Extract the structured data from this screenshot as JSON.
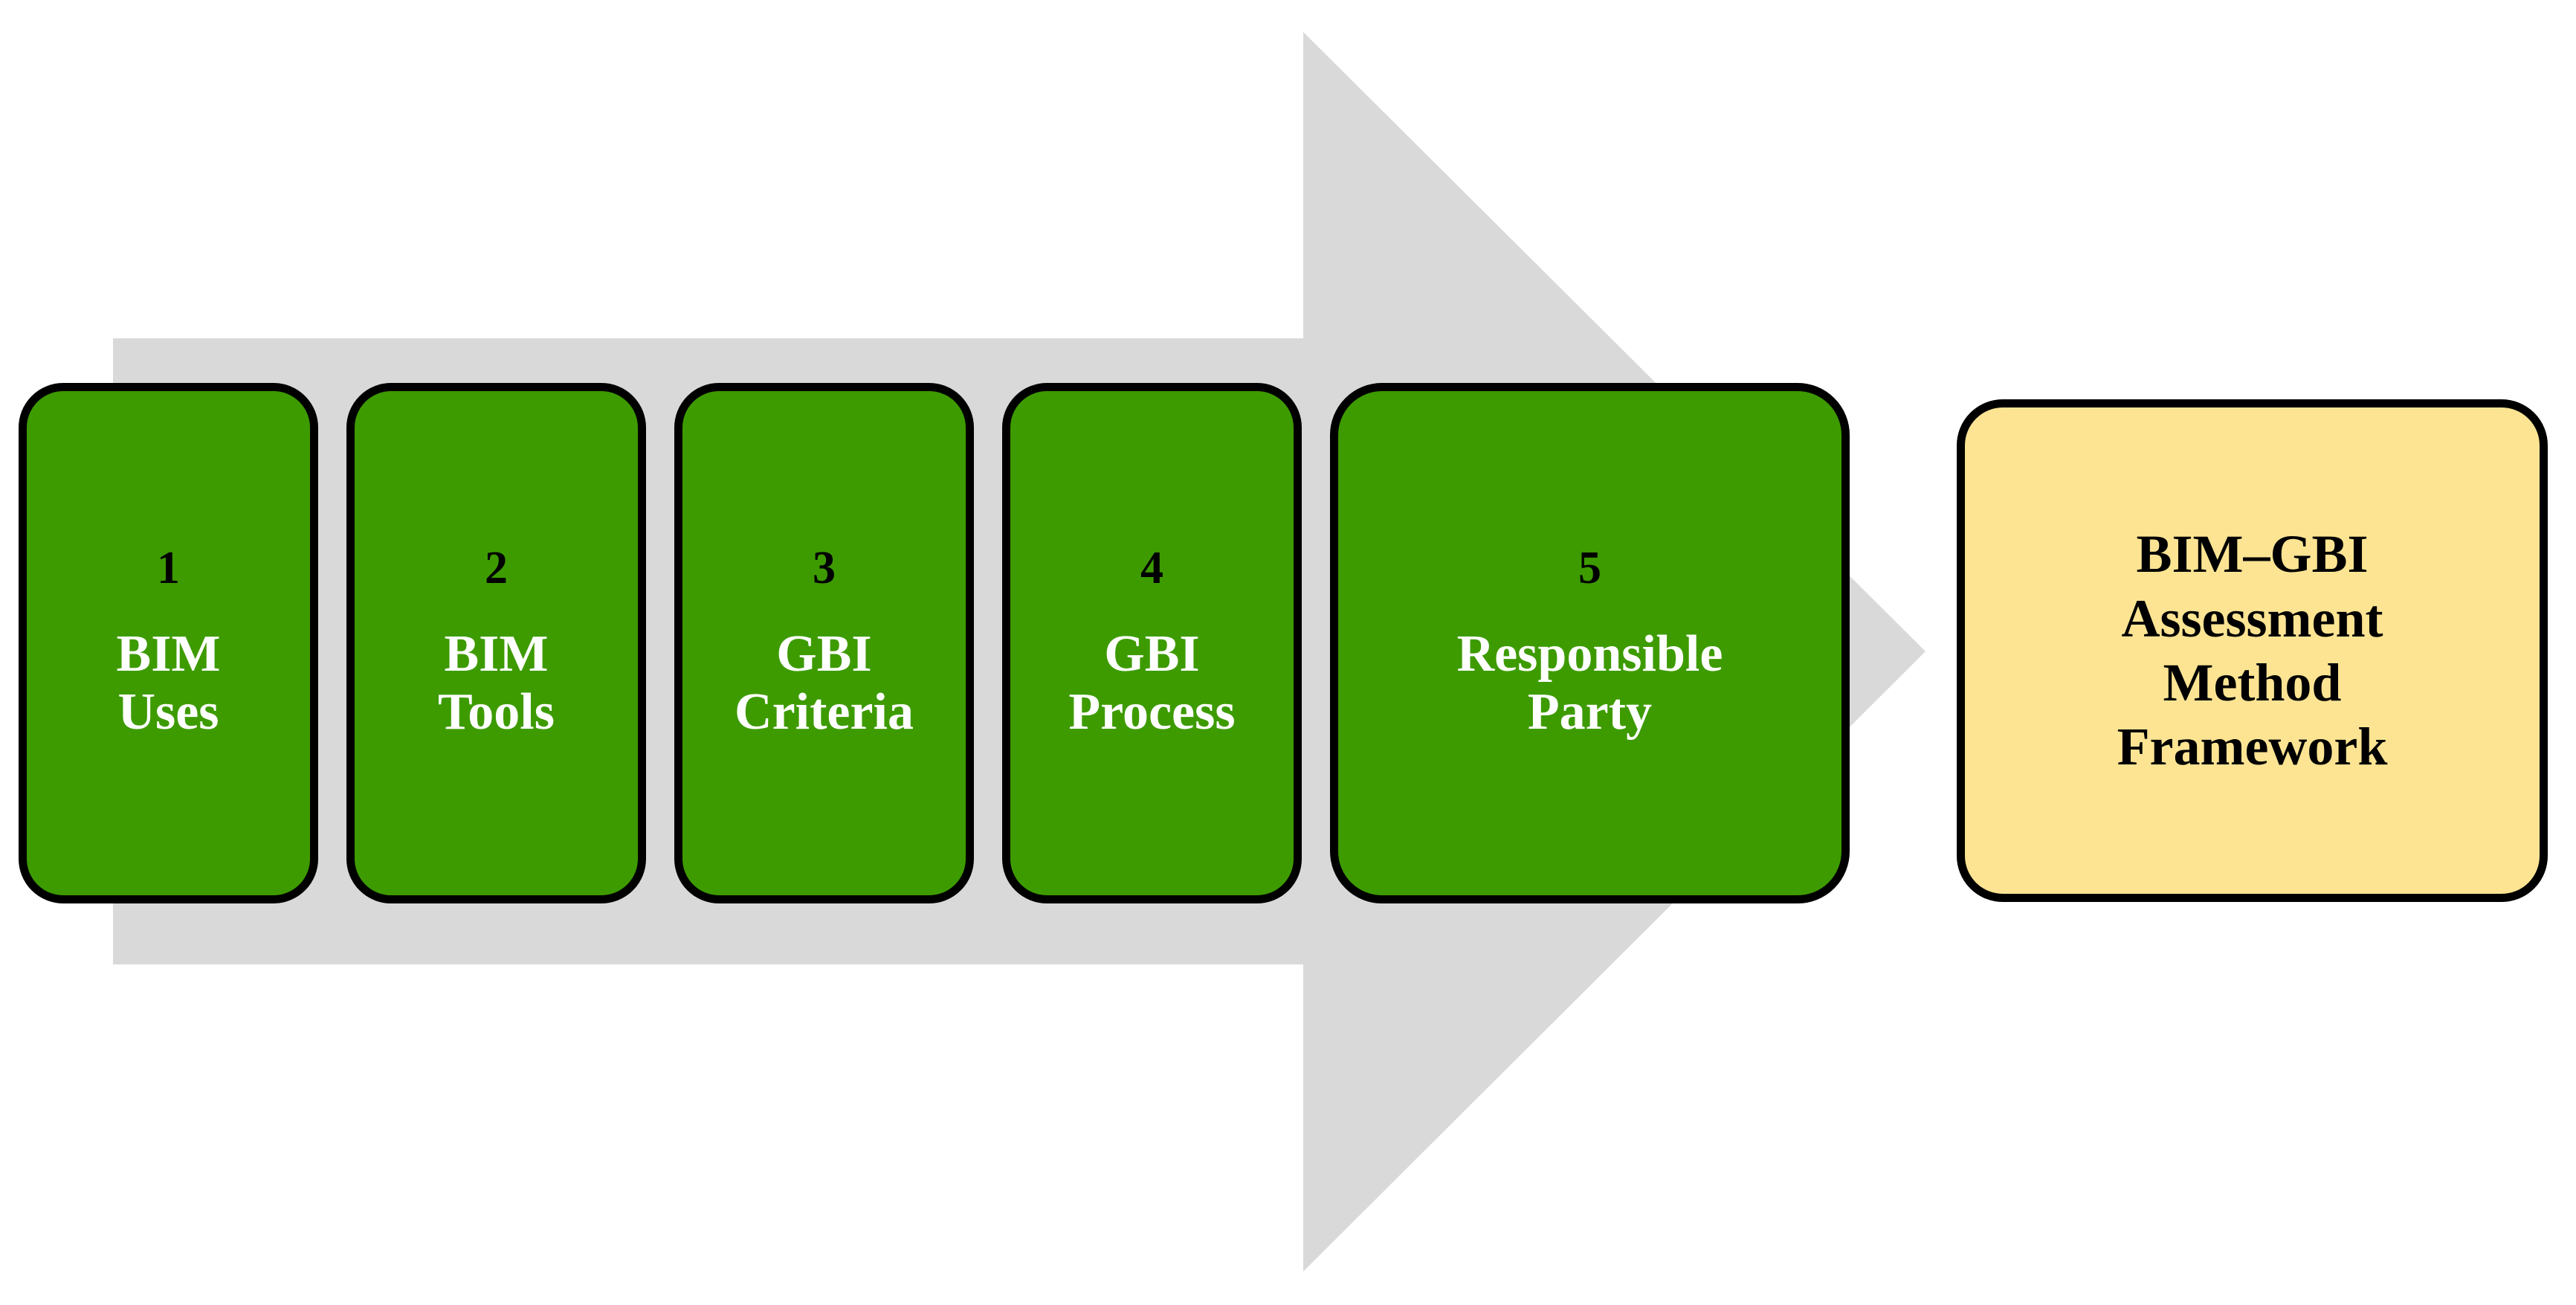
{
  "diagram": {
    "title": "BIM-GBI integration process flow",
    "arrow": {
      "name": "process-arrow",
      "color": "#d9d9d9",
      "direction": "right"
    },
    "stages": [
      {
        "number": "1",
        "label": "BIM\nUses",
        "fill": "#3d9b00",
        "text_color": "#ffffff"
      },
      {
        "number": "2",
        "label": "BIM\nTools",
        "fill": "#3d9b00",
        "text_color": "#ffffff"
      },
      {
        "number": "3",
        "label": "GBI\nCriteria",
        "fill": "#3d9b00",
        "text_color": "#ffffff"
      },
      {
        "number": "4",
        "label": "GBI\nProcess",
        "fill": "#3d9b00",
        "text_color": "#ffffff"
      },
      {
        "number": "5",
        "label": "Responsible\nParty",
        "fill": "#3d9b00",
        "text_color": "#ffffff"
      }
    ],
    "outcome": {
      "label": "BIM–GBI\nAssessment\nMethod\nFramework",
      "fill": "#fce493",
      "text_color": "#000000"
    }
  }
}
